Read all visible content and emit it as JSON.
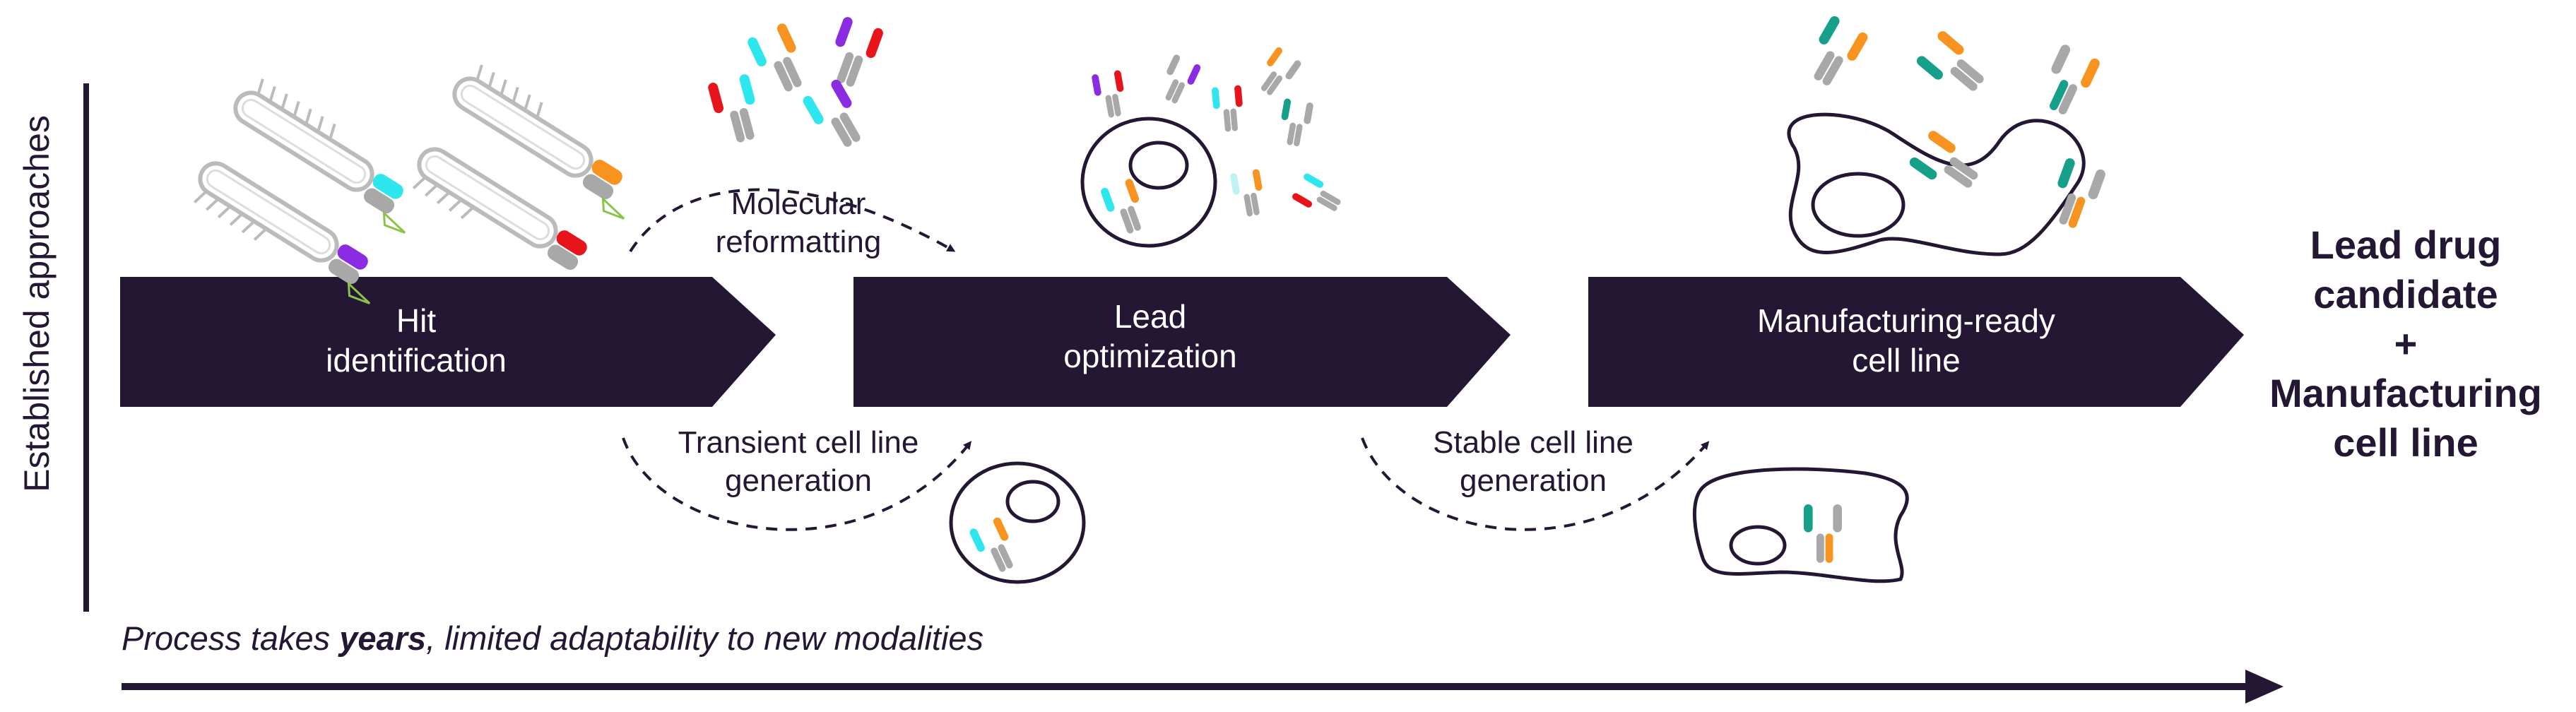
{
  "side_label": "Established approaches",
  "stages": [
    {
      "label": "Hit\nidentification"
    },
    {
      "label": "Lead\noptimization"
    },
    {
      "label": "Manufacturing-ready\ncell line"
    }
  ],
  "arc_labels": {
    "molecular_reformatting": "Molecular\nreformatting",
    "transient": "Transient cell line\ngeneration",
    "stable": "Stable cell line\ngeneration"
  },
  "result": {
    "line1": "Lead drug\ncandidate",
    "plus": "+",
    "line2": "Manufacturing\ncell line"
  },
  "timeline": {
    "prefix": "Process takes ",
    "emphasis": "years",
    "suffix": ", limited adaptability to new modalities"
  },
  "colors": {
    "dark": "#231733",
    "cyan": "#2ee6ee",
    "orange": "#f7931e",
    "purple": "#8b2be2",
    "red": "#e8141c",
    "teal": "#16a08a",
    "grey": "#a8a8a8",
    "green_stem": "#8bc34a"
  },
  "icons": {
    "phage": "phage-icon",
    "antibody": "antibody-icon",
    "cell": "cell-icon"
  }
}
